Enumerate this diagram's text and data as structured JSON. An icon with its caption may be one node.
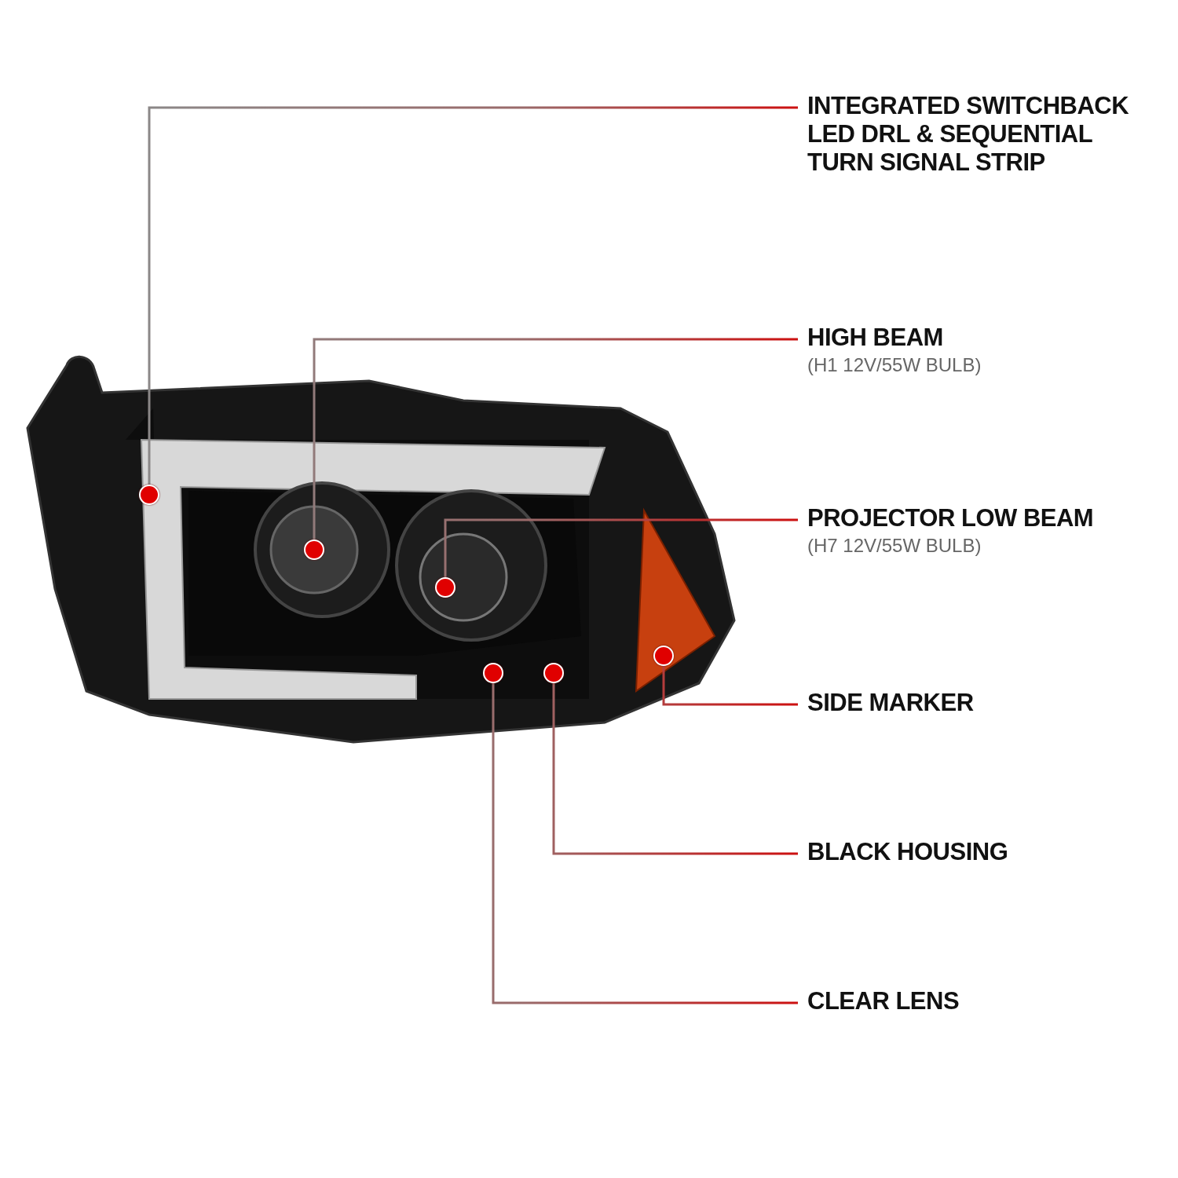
{
  "diagram": {
    "nodes": [
      {
        "text": [],
        "shape": "picture"
      },
      {
        "text": [
          "INTEGRATED SWITCHBACK LED DRL & SEQUENTIAL TURN SIGNAL STRIP"
        ]
      },
      {
        "text": [
          "HIGH BEAM",
          "(H1 12V/55W BULB)"
        ]
      },
      {
        "text": [
          "PROJECTOR LOW BEAM",
          "(H7 12V/55W BULB)"
        ]
      },
      {
        "text": [
          "SIDE MARKER"
        ]
      },
      {
        "text": [
          "BLACK HOUSING"
        ]
      },
      {
        "text": [
          "CLEAR LENS"
        ]
      },
      {
        "text": [],
        "shape": "circle",
        "in": 0
      },
      {
        "text": [],
        "shape": "circle",
        "in": 0
      },
      {
        "text": [],
        "shape": "circle",
        "in": 0
      },
      {
        "text": [],
        "shape": "circle",
        "in": 0
      },
      {
        "text": [],
        "shape": "circle",
        "in": 0
      },
      {
        "text": [],
        "shape": "circle",
        "in": 0
      }
    ],
    "edges": [
      {
        "from": 1,
        "to": 7,
        "arrow": "none"
      },
      {
        "from": 2,
        "to": 8,
        "arrow": "none"
      },
      {
        "from": 3,
        "to": 9,
        "arrow": "none"
      },
      {
        "from": 4,
        "to": 12,
        "arrow": "none"
      },
      {
        "from": 5,
        "to": 11,
        "arrow": "none"
      },
      {
        "from": 6,
        "to": 10,
        "arrow": "none"
      }
    ]
  }
}
